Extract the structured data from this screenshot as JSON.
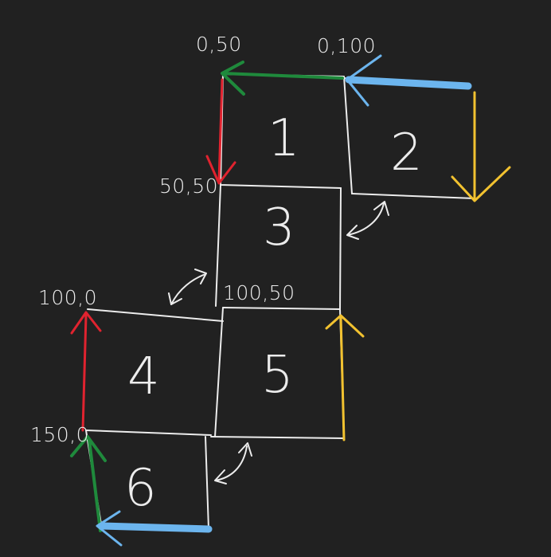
{
  "diagram": {
    "background": "#212121",
    "line_color": "#ececec",
    "arrow_colors": {
      "red": "#e0232f",
      "green": "#1f8a3c",
      "blue": "#6cb5ee",
      "yellow": "#f2c230"
    },
    "coordinates": [
      "0,50",
      "0,100",
      "50,50",
      "100,50",
      "100,0",
      "150,0"
    ],
    "faces": [
      "1",
      "2",
      "3",
      "4",
      "5",
      "6"
    ]
  }
}
